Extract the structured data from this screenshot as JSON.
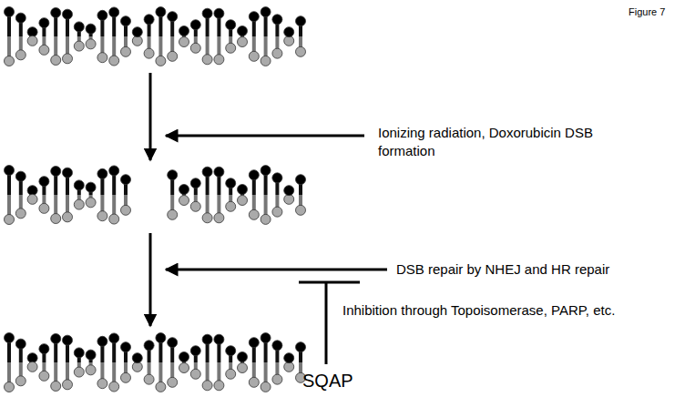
{
  "diagram": {
    "labels": [
      "Figure 7",
      "Ionizing radiation, Doxorubicin DSB formation",
      "DSB repair by NHEJ and HR repair",
      "Inhibition through Topoisomerase, PARP, etc.",
      "SQAP"
    ]
  }
}
